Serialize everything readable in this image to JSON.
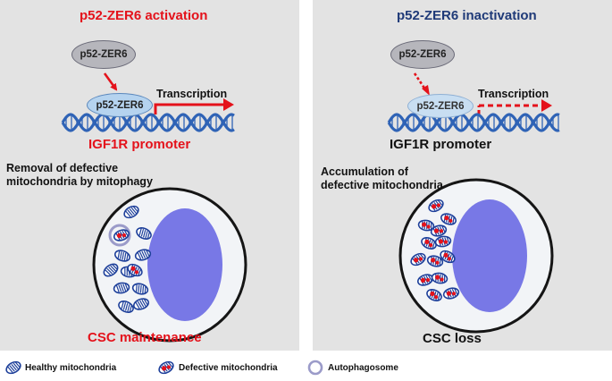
{
  "left": {
    "title": "p52-ZER6 activation",
    "protein_free": "p52-ZER6",
    "protein_bound": "p52-ZER6",
    "transcription": "Transcription",
    "promoter": "IGF1R promoter",
    "description_line1": "Removal of defective",
    "description_line2": "mitochondria by mitophagy",
    "outcome": "CSC maintenance"
  },
  "right": {
    "title": "p52-ZER6 inactivation",
    "protein_free": "p52-ZER6",
    "protein_bound": "p52-ZER6",
    "transcription": "Transcription",
    "promoter": "IGF1R promoter",
    "description_line1": "Accumulation of",
    "description_line2": "defective mitochondria",
    "outcome": "CSC loss"
  },
  "legend": {
    "healthy": "Healthy mitochondria",
    "defective": "Defective mitochondria",
    "autophagosome": "Autophagosome"
  },
  "colors": {
    "activation_red": "#e4121b",
    "inactivation_navy": "#1f3a78",
    "panel_bg": "#e3e3e3",
    "dna_blue": "#2f63b6",
    "nucleus": "#7878e6"
  }
}
